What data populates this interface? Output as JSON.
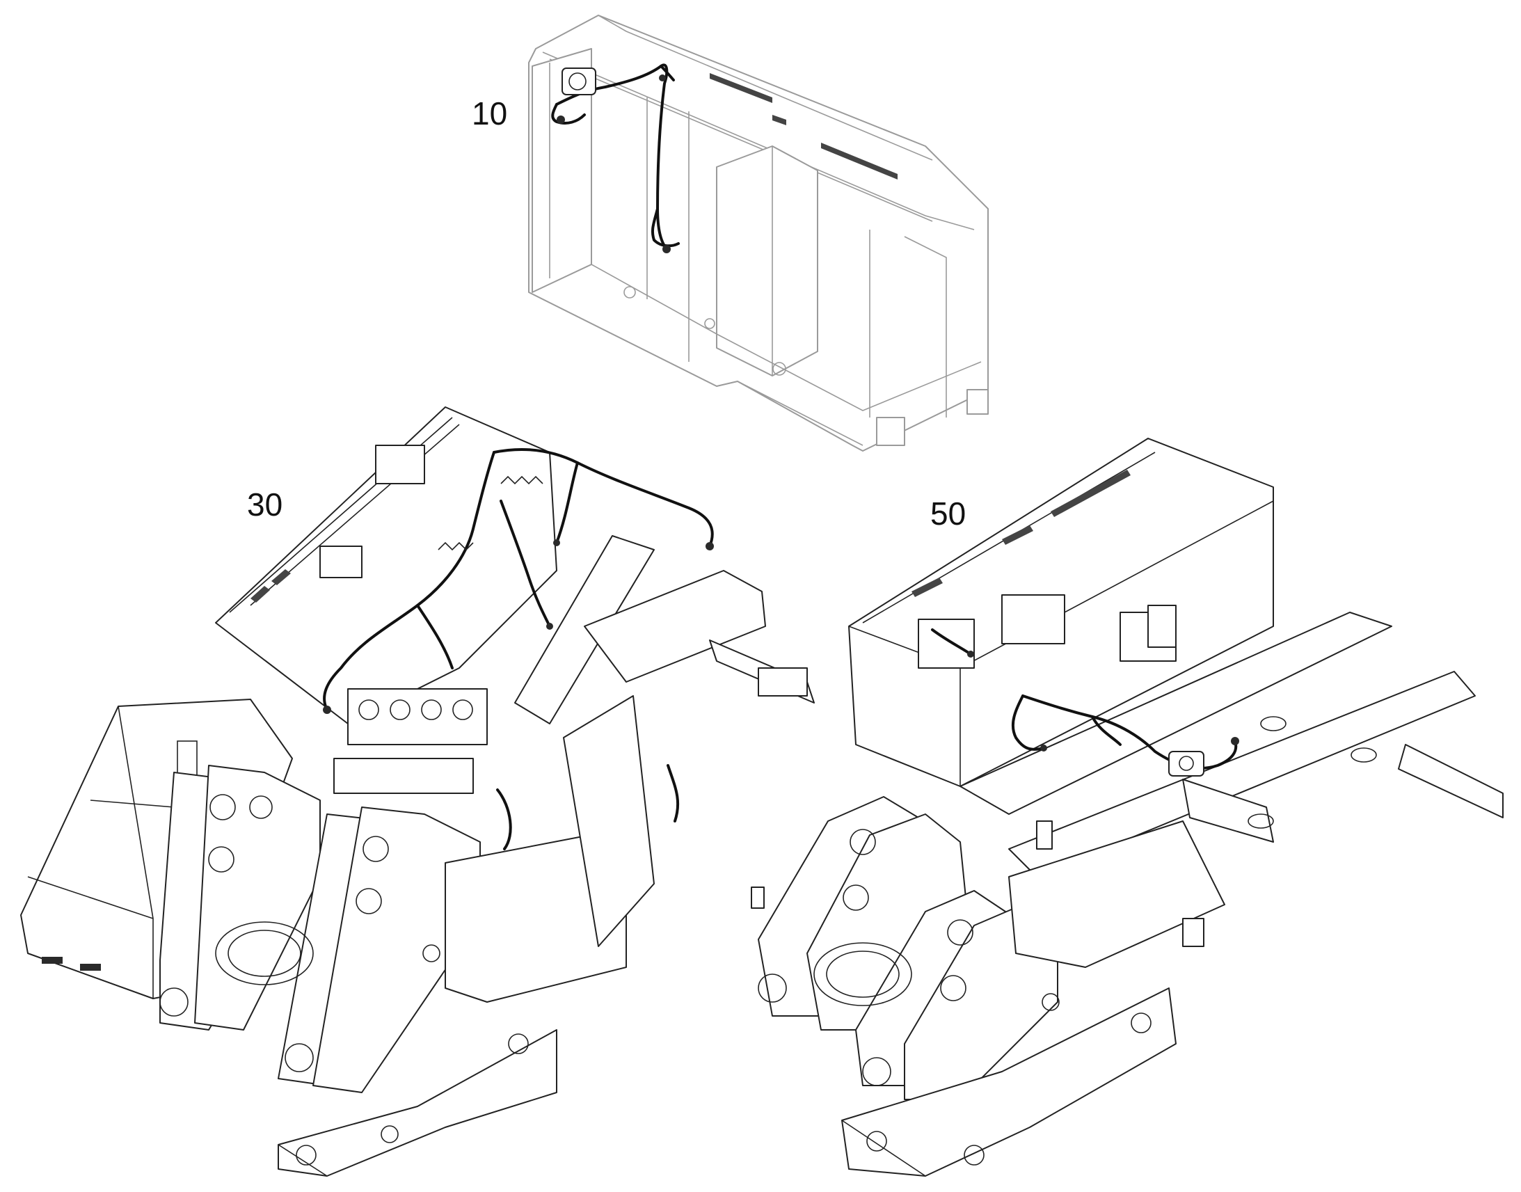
{
  "callouts": {
    "item_10": "10",
    "item_30": "30",
    "item_50": "50"
  },
  "colors": {
    "line": "#222222",
    "ghost_line": "#9a9a9a",
    "background": "#ffffff"
  }
}
